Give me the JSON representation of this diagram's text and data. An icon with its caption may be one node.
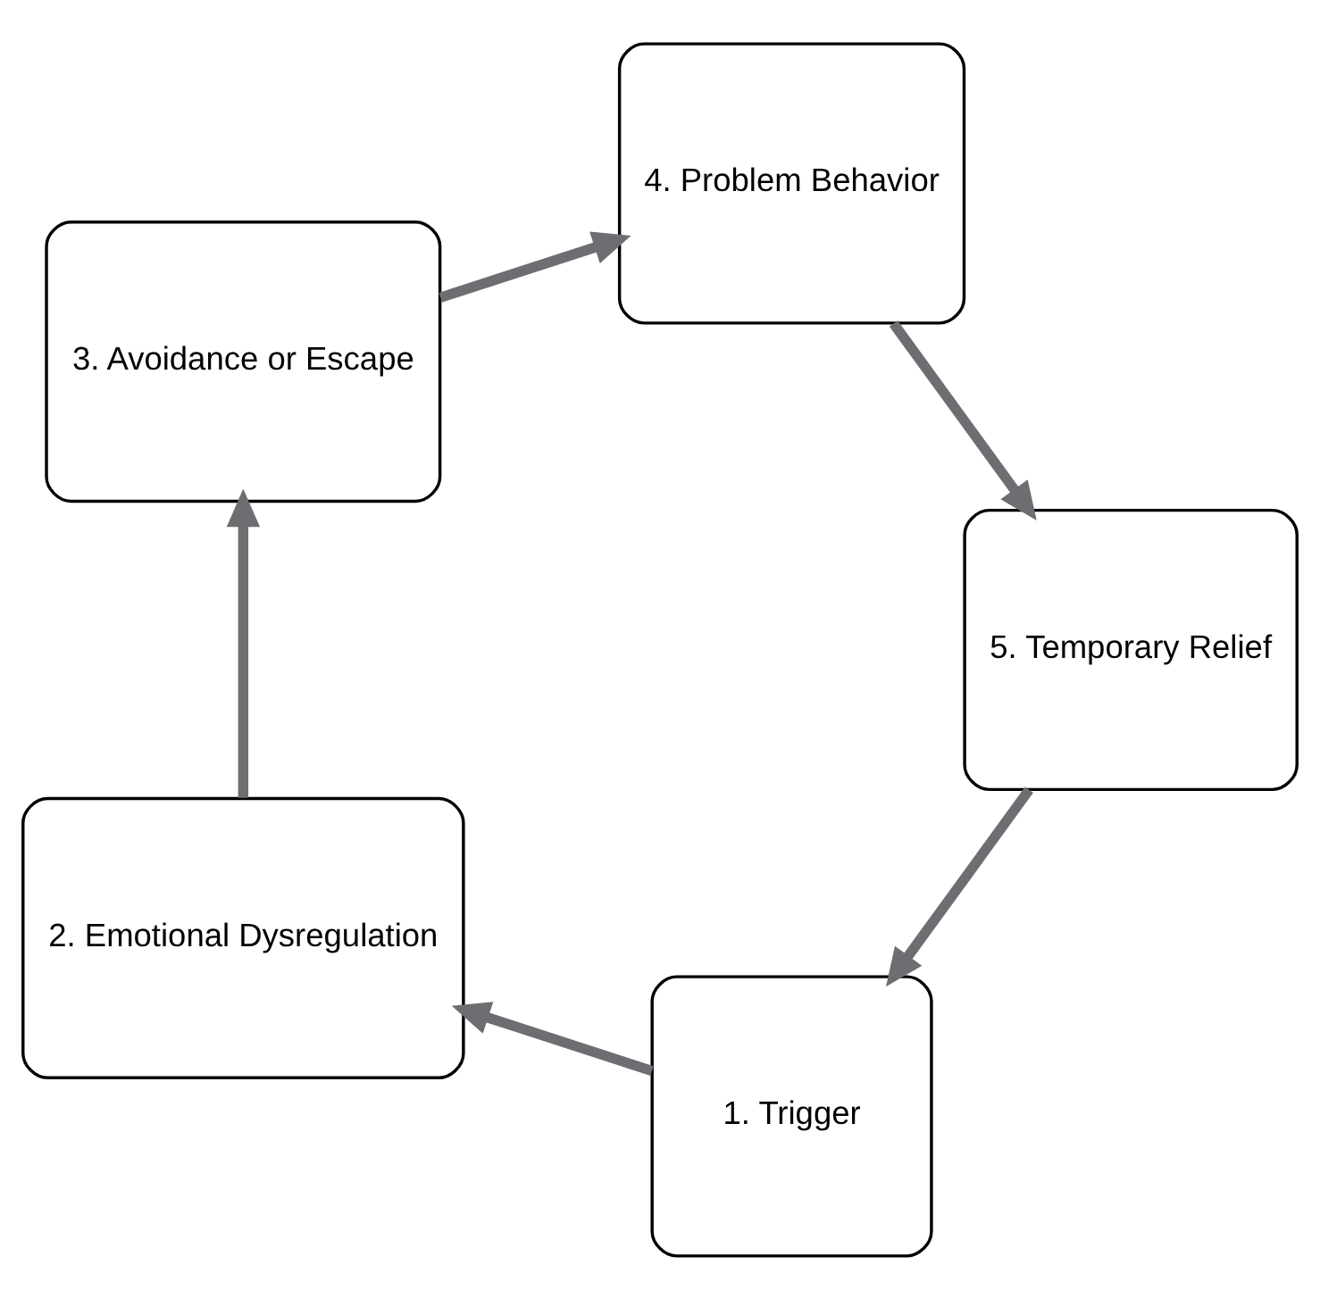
{
  "diagram": {
    "nodes": [
      {
        "text": [
          "1. Trigger"
        ]
      },
      {
        "text": [
          "2. Emotional Dysregulation"
        ]
      },
      {
        "text": [
          "3. Avoidance or Escape"
        ]
      },
      {
        "text": [
          "4. Problem Behavior"
        ]
      },
      {
        "text": [
          "5. Temporary Relief"
        ]
      }
    ],
    "edges": [
      {
        "from": 0,
        "to": 1,
        "arrow": "to"
      },
      {
        "from": 1,
        "to": 2,
        "arrow": "to"
      },
      {
        "from": 2,
        "to": 3,
        "arrow": "to"
      },
      {
        "from": 3,
        "to": 4,
        "arrow": "to"
      },
      {
        "from": 4,
        "to": 0,
        "arrow": "to"
      }
    ]
  }
}
